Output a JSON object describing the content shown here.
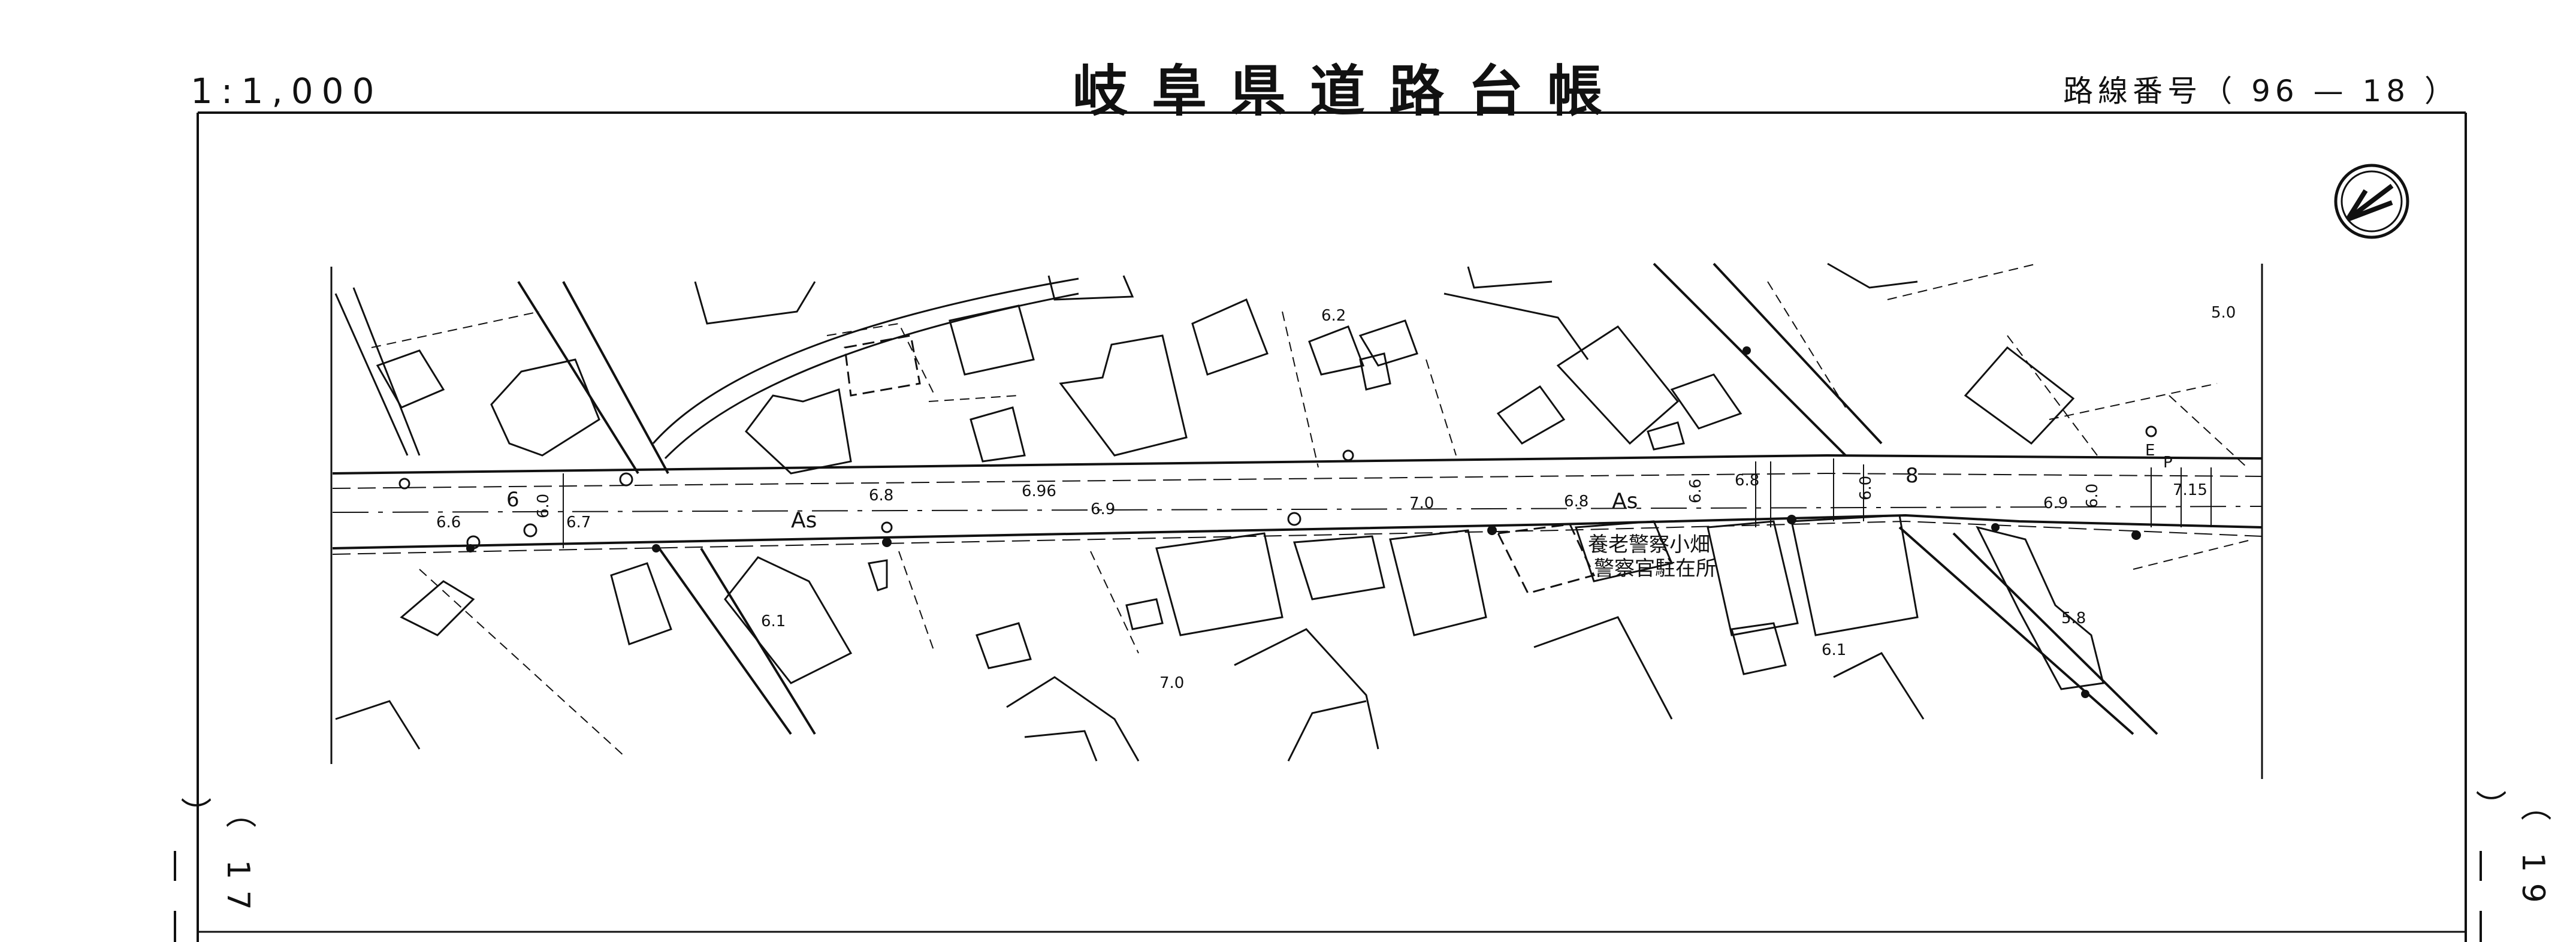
{
  "header": {
    "scale": "1:1,000",
    "title": "岐阜県道路台帳",
    "route_number": "路線番号（ 96 — 18 ）"
  },
  "page_numbers": {
    "left": "（ 17 ）",
    "right": "（ 19 ）"
  },
  "map": {
    "police_box_line1": "養老警察小畑",
    "police_box_line2": "警察官駐在所",
    "pavement_labels": [
      "As",
      "As"
    ],
    "road_widths": [
      "6.6",
      "6.7",
      "6.0",
      "6",
      "6.8",
      "6.96",
      "6.9",
      "7.0",
      "6.8",
      "6.6",
      "6.8",
      "6.0",
      "8",
      "6.9",
      "6.0",
      "7.15"
    ],
    "elevations": [
      "6.2",
      "5.0",
      "6.1",
      "7.0",
      "6.1",
      "5.8"
    ],
    "marks": [
      "P",
      "E"
    ],
    "north_arrow": "north-arrow-icon"
  }
}
